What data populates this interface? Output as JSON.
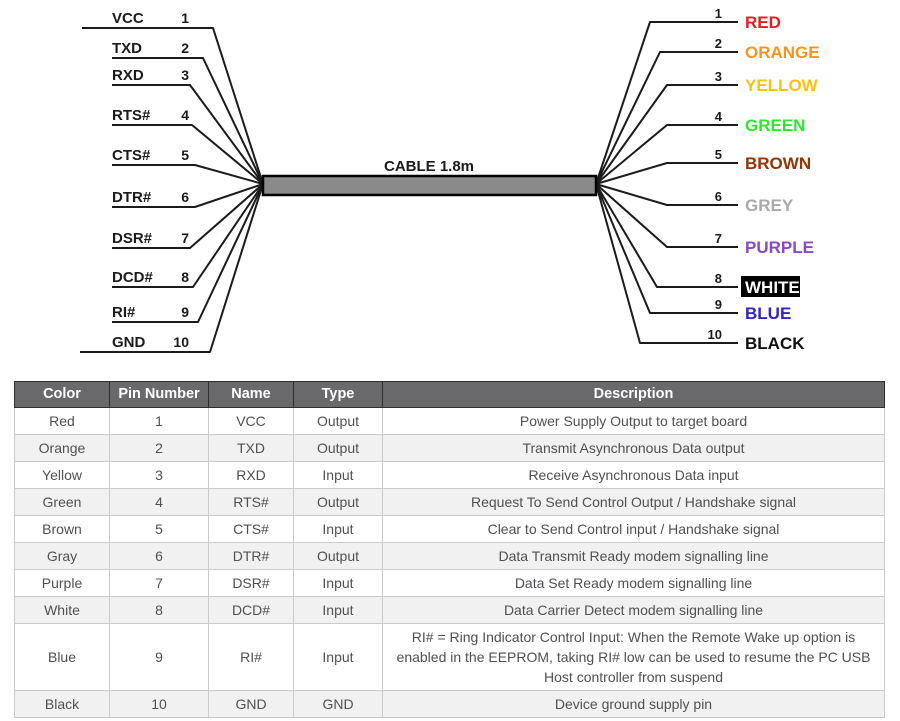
{
  "diagram": {
    "cable_label": "CABLE 1.8m",
    "cable_color": "#8A8A8A",
    "line_color": "#1B1B1B",
    "left_pins": [
      {
        "number": "1",
        "label": "VCC"
      },
      {
        "number": "2",
        "label": "TXD"
      },
      {
        "number": "3",
        "label": "RXD"
      },
      {
        "number": "4",
        "label": "RTS#"
      },
      {
        "number": "5",
        "label": "CTS#"
      },
      {
        "number": "6",
        "label": "DTR#"
      },
      {
        "number": "7",
        "label": "DSR#"
      },
      {
        "number": "8",
        "label": "DCD#"
      },
      {
        "number": "9",
        "label": "RI#"
      },
      {
        "number": "10",
        "label": "GND"
      }
    ],
    "right_pins": [
      {
        "number": "1",
        "label": "RED",
        "color": "#EC1B23"
      },
      {
        "number": "2",
        "label": "ORANGE",
        "color": "#F7941D"
      },
      {
        "number": "3",
        "label": "YELLOW",
        "color": "#FFC10E"
      },
      {
        "number": "4",
        "label": "GREEN",
        "color": "#2BE82B"
      },
      {
        "number": "5",
        "label": "BROWN",
        "color": "#993300"
      },
      {
        "number": "6",
        "label": "GREY",
        "color": "#A7A9AC"
      },
      {
        "number": "7",
        "label": "PURPLE",
        "color": "#8A4AC8"
      },
      {
        "number": "8",
        "label": "WHITE",
        "color": "#FFFFFF",
        "chip_bg": "#000000"
      },
      {
        "number": "9",
        "label": "BLUE",
        "color": "#2E22D9"
      },
      {
        "number": "10",
        "label": "BLACK",
        "color": "#111111"
      }
    ]
  },
  "table": {
    "header_bg": "#69696C",
    "alt_row_bg": "#F1F1F2",
    "headers": [
      "Color",
      "Pin Number",
      "Name",
      "Type",
      "Description"
    ],
    "rows": [
      {
        "color": "Red",
        "pin": "1",
        "name": "VCC",
        "type": "Output",
        "description": "Power Supply Output to target board"
      },
      {
        "color": "Orange",
        "pin": "2",
        "name": "TXD",
        "type": "Output",
        "description": "Transmit Asynchronous Data output"
      },
      {
        "color": "Yellow",
        "pin": "3",
        "name": "RXD",
        "type": "Input",
        "description": "Receive Asynchronous Data input"
      },
      {
        "color": "Green",
        "pin": "4",
        "name": "RTS#",
        "type": "Output",
        "description": "Request To Send Control Output / Handshake signal"
      },
      {
        "color": "Brown",
        "pin": "5",
        "name": "CTS#",
        "type": "Input",
        "description": "Clear to Send Control input / Handshake signal"
      },
      {
        "color": "Gray",
        "pin": "6",
        "name": "DTR#",
        "type": "Output",
        "description": "Data Transmit Ready modem signalling line"
      },
      {
        "color": "Purple",
        "pin": "7",
        "name": "DSR#",
        "type": "Input",
        "description": "Data Set Ready modem signalling line"
      },
      {
        "color": "White",
        "pin": "8",
        "name": "DCD#",
        "type": "Input",
        "description": "Data Carrier Detect modem signalling line"
      },
      {
        "color": "Blue",
        "pin": "9",
        "name": "RI#",
        "type": "Input",
        "description": "RI# = Ring Indicator Control Input: When the Remote Wake up option is enabled in the EEPROM, taking RI# low can be used to resume the PC USB Host controller from suspend"
      },
      {
        "color": "Black",
        "pin": "10",
        "name": "GND",
        "type": "GND",
        "description": "Device ground supply pin"
      }
    ]
  }
}
